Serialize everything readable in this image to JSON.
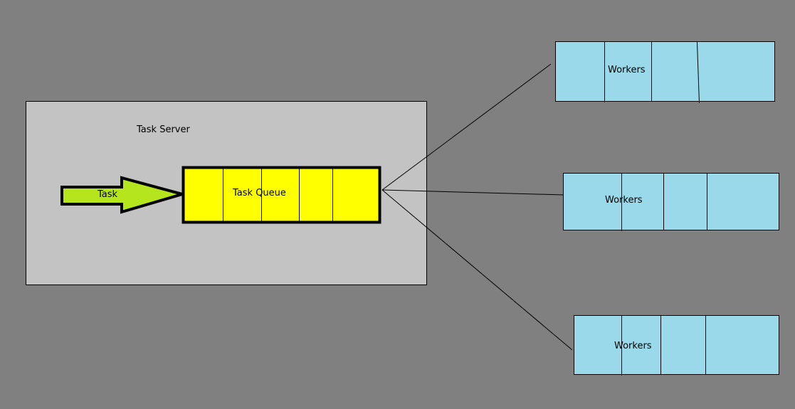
{
  "diagram": {
    "server_label": "Task Server",
    "task_label": "Task",
    "queue_label": "Task Queue",
    "workers": [
      {
        "label": "Workers"
      },
      {
        "label": "Workers"
      },
      {
        "label": "Workers"
      }
    ]
  },
  "colors": {
    "background": "#808080",
    "server_fill": "#c3c3c3",
    "queue_fill": "#ffff00",
    "arrow_fill": "#b5e61d",
    "worker_fill": "#99d9ea",
    "stroke": "#000000"
  }
}
